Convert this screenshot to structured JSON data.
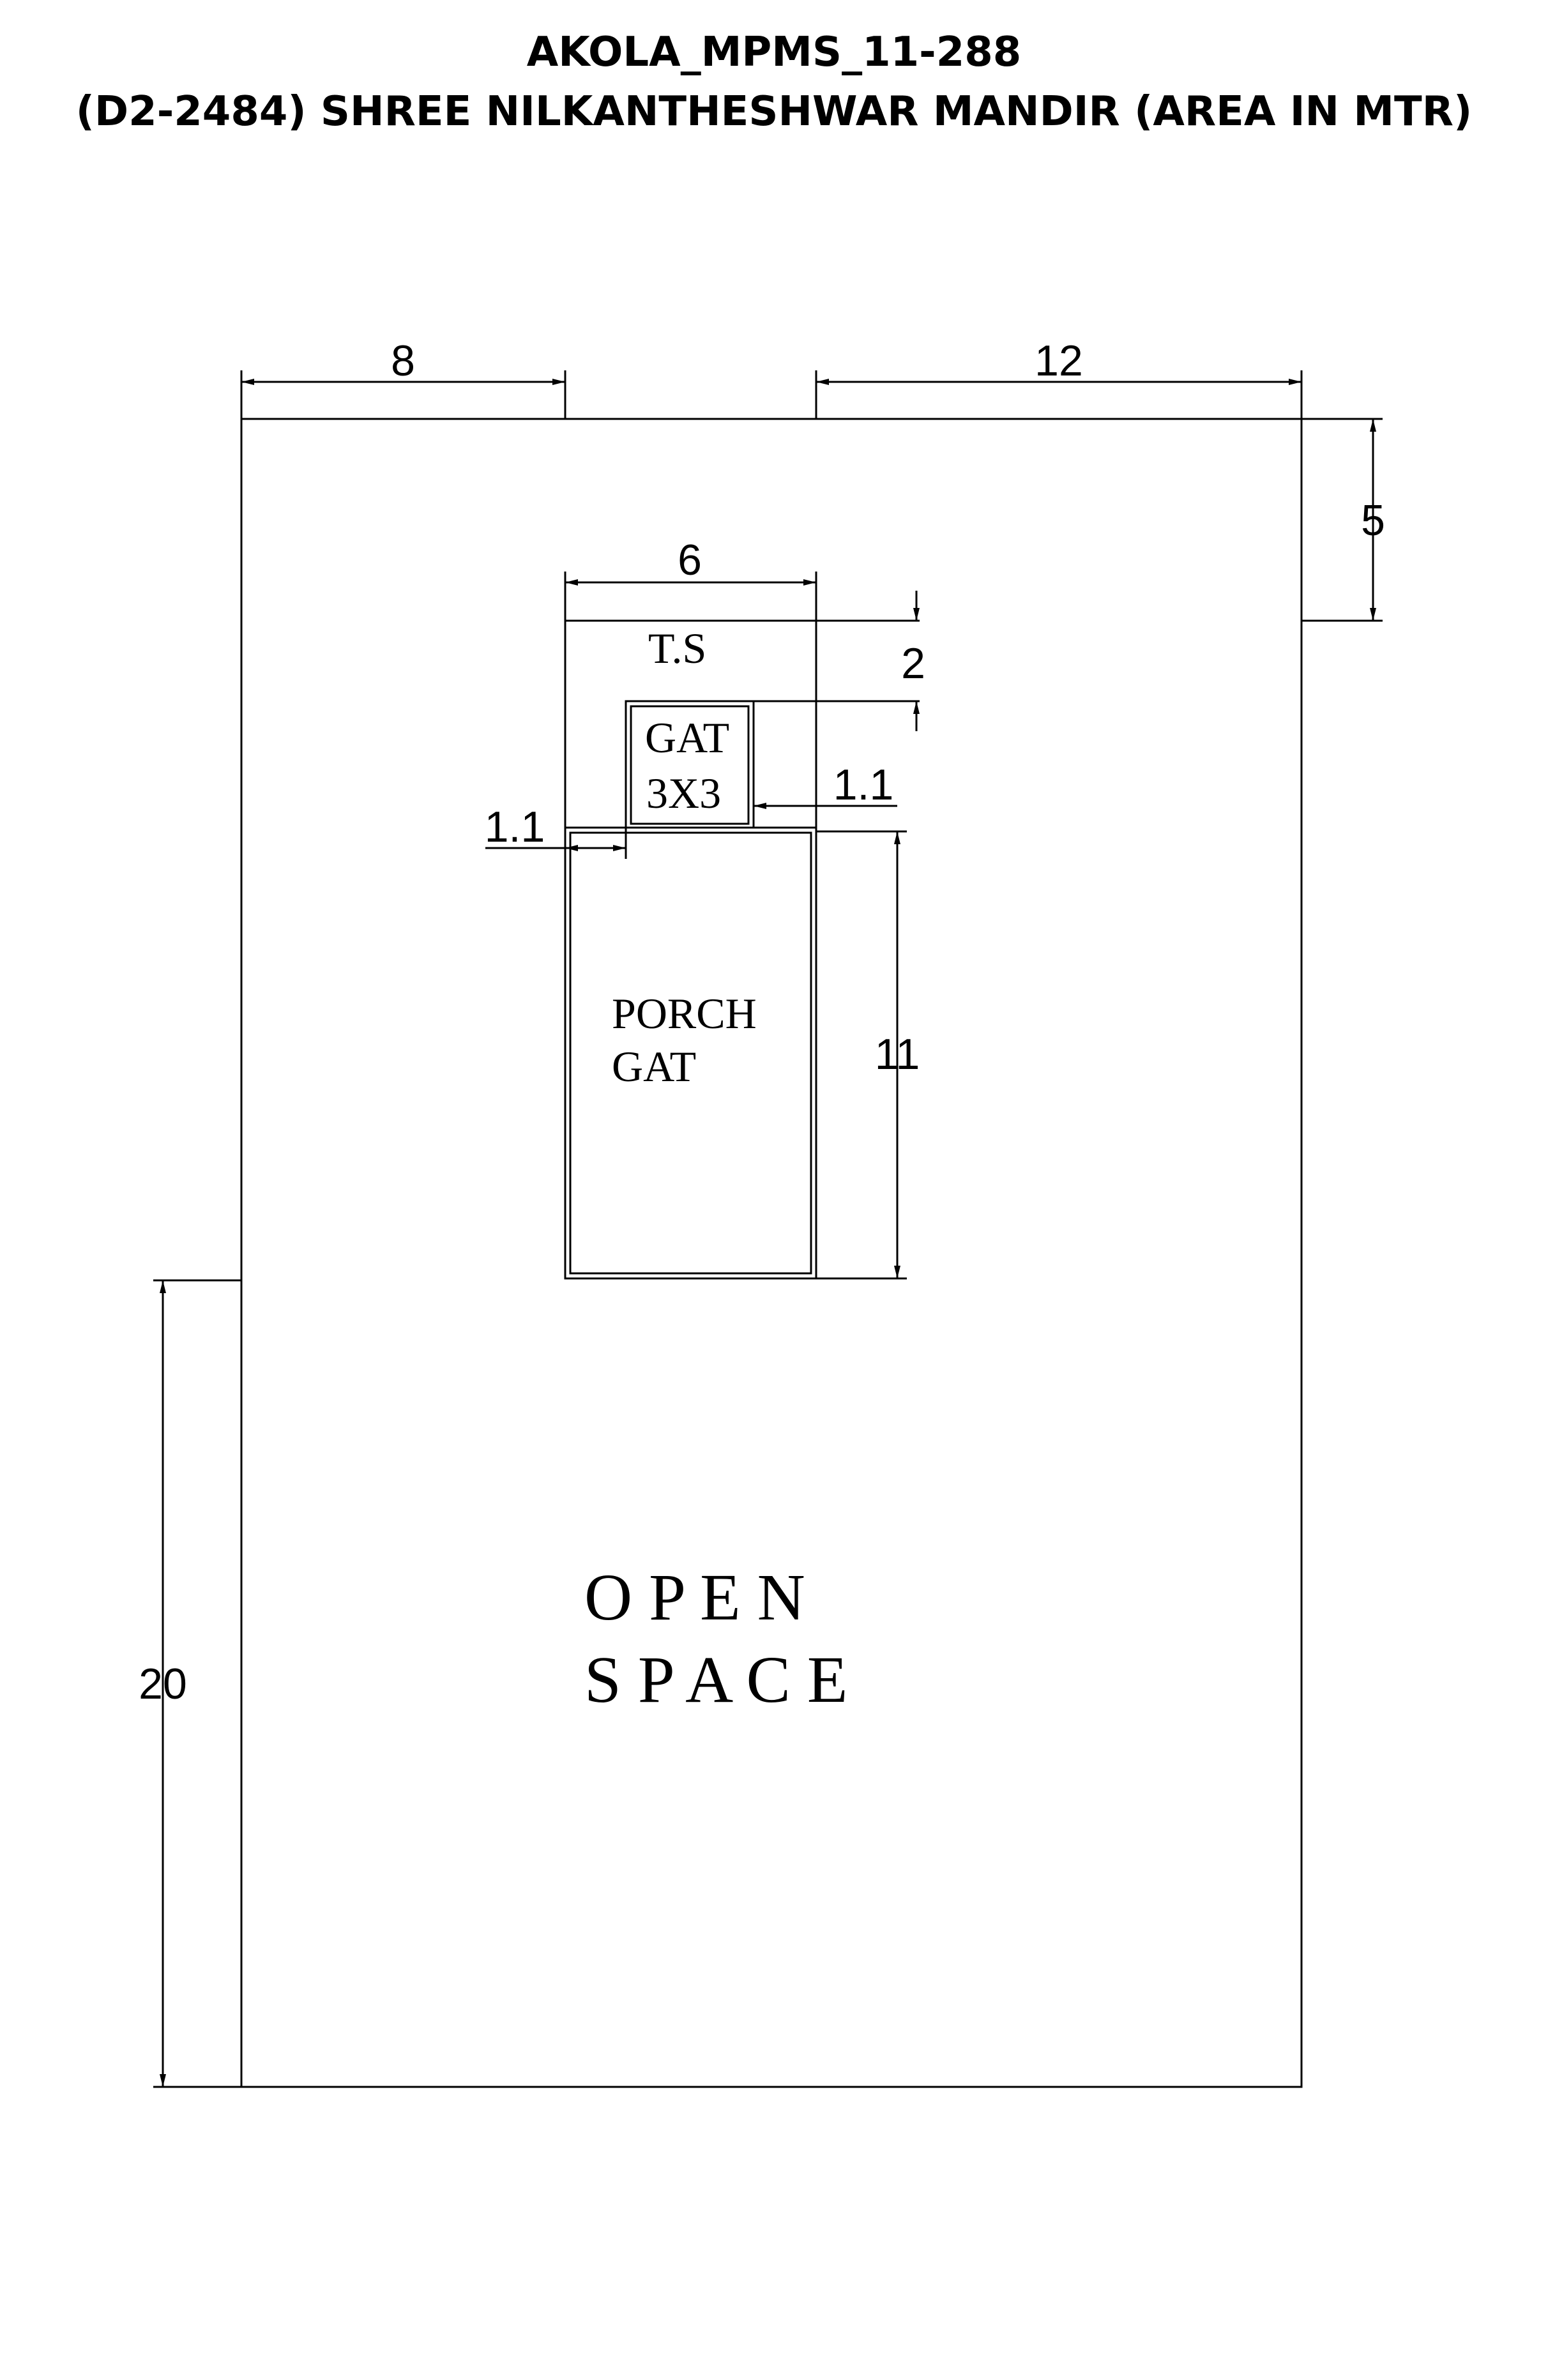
{
  "title": {
    "line1": "AKOLA_MPMS_11-288",
    "line2": "(D2-2484) SHREE NILKANTHESHWAR MANDIR (AREA IN MTR)"
  },
  "labels": {
    "ts": "T.S",
    "gat_line1": "GAT",
    "gat_line2": "3X3",
    "porch_line1": "PORCH",
    "porch_line2": "GAT",
    "open_line1": "O P E N",
    "open_line2": "S P A C E"
  },
  "dimensions": {
    "top_left": "8",
    "top_right": "12",
    "right_top": "5",
    "ts_width": "6",
    "ts_depth": "2",
    "gat_side_right": "1.1",
    "gat_side_left": "1.1",
    "porch_length": "11",
    "left_lower": "20"
  },
  "colors": {
    "line": "#000000",
    "background": "#ffffff"
  }
}
